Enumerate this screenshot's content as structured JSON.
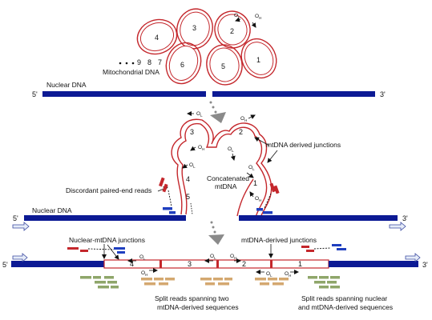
{
  "figure": {
    "mito_dna_label": "Mitochondrial DNA",
    "nuclear_dna_label": "Nuclear DNA",
    "five_prime": "5'",
    "three_prime": "3'",
    "origin_L": "O",
    "origin_H": "O",
    "sub_L": "L",
    "sub_H": "H",
    "circles": [
      "4",
      "3",
      "2",
      "6",
      "5",
      "1"
    ],
    "dots_numbers": [
      "9",
      "8",
      "7"
    ],
    "concat_label_1": "Concatenated",
    "concat_label_2": "mtDNA",
    "concat_numbers": [
      "3",
      "2",
      "4",
      "1",
      "5"
    ],
    "mt_junctions_label": "mtDNA derived junctions",
    "discordant_label": "Discordant paired-end reads",
    "nuclear_mt_junctions_label": "Nuclear-mtDNA junctions",
    "mt_derived_junctions_label": "mtDNA-derived junctions",
    "bottom_numbers": [
      "4",
      "3",
      "2",
      "1"
    ],
    "split_two_label_1": "Split reads spanning two",
    "split_two_label_2": "mtDNA-derived sequences",
    "split_nuc_label_1": "Split reads spanning nuclear",
    "split_nuc_label_2": "and mtDNA-derived sequences"
  },
  "colors": {
    "dna": "#0c1a94",
    "mito": "#c4272c",
    "read_green": "#8fa66a",
    "read_tan": "#d4a870",
    "read_red": "#c4272c",
    "read_blue": "#1f3fbf",
    "arrow_gray": "#8a8a8a"
  }
}
